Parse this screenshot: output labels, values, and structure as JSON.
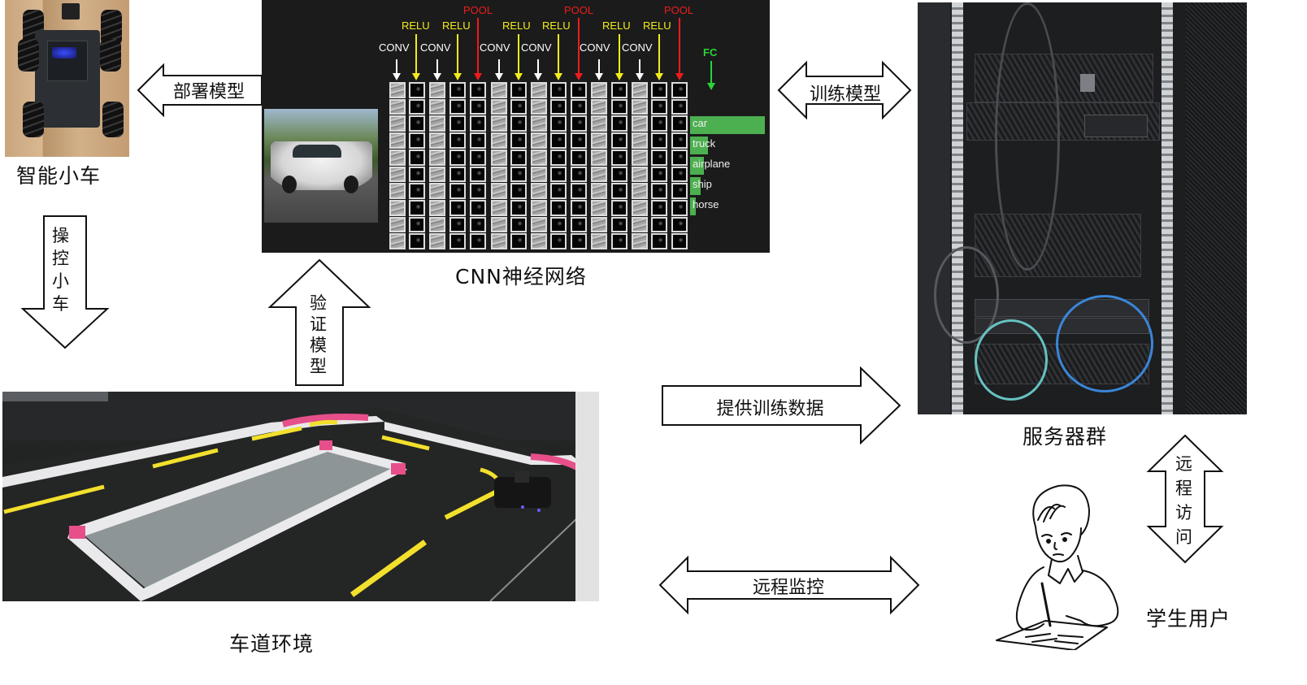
{
  "nodes": {
    "smart_car": {
      "caption": "智能小车",
      "image": "robot-car-photo"
    },
    "cnn": {
      "caption": "CNN神经网络",
      "input_image": "car-photo",
      "layers": [
        {
          "type": "CONV",
          "color": "#ffffff"
        },
        {
          "type": "RELU",
          "color": "#f2ec1e"
        },
        {
          "type": "CONV",
          "color": "#ffffff"
        },
        {
          "type": "RELU",
          "color": "#f2ec1e"
        },
        {
          "type": "POOL",
          "color": "#ee1c1c"
        },
        {
          "type": "CONV",
          "color": "#ffffff"
        },
        {
          "type": "RELU",
          "color": "#f2ec1e"
        },
        {
          "type": "CONV",
          "color": "#ffffff"
        },
        {
          "type": "RELU",
          "color": "#f2ec1e"
        },
        {
          "type": "POOL",
          "color": "#ee1c1c"
        },
        {
          "type": "CONV",
          "color": "#ffffff"
        },
        {
          "type": "RELU",
          "color": "#f2ec1e"
        },
        {
          "type": "CONV",
          "color": "#ffffff"
        },
        {
          "type": "RELU",
          "color": "#f2ec1e"
        },
        {
          "type": "POOL",
          "color": "#ee1c1c"
        }
      ],
      "fc_label": "FC",
      "fc_color": "#2bd33a",
      "predictions": [
        {
          "label": "car",
          "width": 92
        },
        {
          "label": "truck",
          "width": 22
        },
        {
          "label": "airplane",
          "width": 17
        },
        {
          "label": "ship",
          "width": 13
        },
        {
          "label": "horse",
          "width": 7
        }
      ],
      "bar_color": "#4caf50"
    },
    "server": {
      "caption": "服务器群",
      "image": "server-rack-photo"
    },
    "track": {
      "caption": "车道环境",
      "image": "track-photo"
    },
    "student": {
      "caption": "学生用户",
      "image": "student-drawing"
    }
  },
  "arrows": {
    "deploy_model": {
      "label": "部署模型",
      "direction": "left"
    },
    "train_model": {
      "label": "训练模型",
      "direction": "both-horizontal"
    },
    "control_car": {
      "label": [
        "操",
        "控",
        "小",
        "车"
      ],
      "direction": "down"
    },
    "validate_model": {
      "label": [
        "验",
        "证",
        "模",
        "型"
      ],
      "direction": "up"
    },
    "provide_data": {
      "label": "提供训练数据",
      "direction": "right"
    },
    "remote_monitor": {
      "label": "远程监控",
      "direction": "both-horizontal"
    },
    "remote_access": {
      "label": [
        "远",
        "程",
        "访",
        "问"
      ],
      "direction": "both-vertical"
    }
  }
}
